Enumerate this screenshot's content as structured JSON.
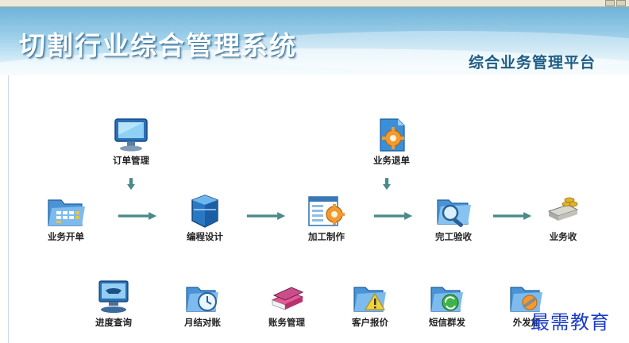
{
  "app": {
    "title": "切割行业综合管理系统",
    "subtitle": "综合业务管理平台",
    "colors": {
      "accent": "#1f5d86",
      "arrow": "#4a8a88",
      "banner": "#6fb3d8",
      "watermark": "#1a3cc8"
    }
  },
  "menubar": {
    "items": [
      "",
      "",
      "",
      "",
      "",
      "",
      "",
      ""
    ]
  },
  "flow": {
    "order_mgmt": {
      "label": "订单管理",
      "icon": "monitor-icon"
    },
    "biz_return": {
      "label": "业务退单",
      "icon": "document-gear-icon"
    },
    "biz_open": {
      "label": "业务开单",
      "icon": "folder-grid-icon"
    },
    "program_design": {
      "label": "编程设计",
      "icon": "box-icon"
    },
    "processing": {
      "label": "加工制作",
      "icon": "window-gear-icon"
    },
    "completion_check": {
      "label": "完工验收",
      "icon": "folder-magnifier-icon"
    },
    "biz_collect": {
      "label": "业务收",
      "icon": "money-stack-icon"
    }
  },
  "tools": [
    {
      "label": "进度查询",
      "icon": "monitor-phone-icon"
    },
    {
      "label": "月结对账",
      "icon": "folder-clock-icon"
    },
    {
      "label": "账务管理",
      "icon": "books-icon"
    },
    {
      "label": "客户报价",
      "icon": "folder-warning-icon"
    },
    {
      "label": "短信群发",
      "icon": "folder-refresh-icon"
    },
    {
      "label": "外发加",
      "icon": "folder-tools-icon"
    }
  ],
  "watermark": "最需教育"
}
